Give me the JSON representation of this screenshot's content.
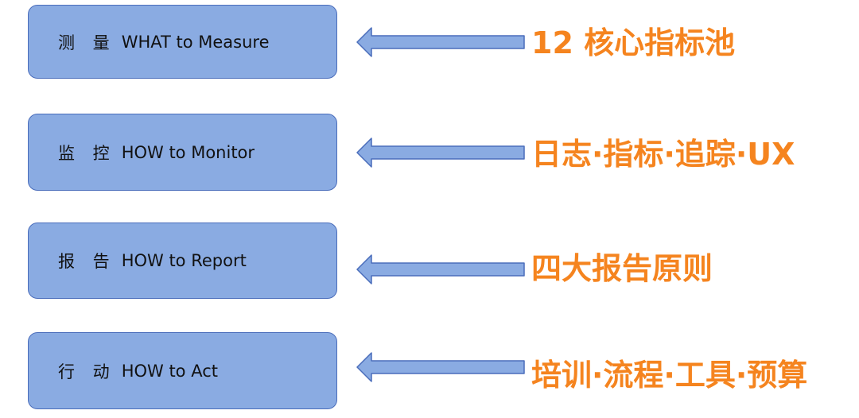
{
  "rows": [
    {
      "cn": "测 量",
      "en": "WHAT to Measure",
      "label": "12 核心指标池"
    },
    {
      "cn": "监 控",
      "en": "HOW to Monitor",
      "label": "日志·指标·追踪·UX"
    },
    {
      "cn": "报 告",
      "en": "HOW to Report",
      "label": "四大报告原则"
    },
    {
      "cn": "行 动",
      "en": "HOW to Act",
      "label": "培训·流程·工具·预算"
    }
  ],
  "colors": {
    "box_fill": "#8aabe2",
    "box_border": "#4a6dbb",
    "arrow_fill": "#8aabe2",
    "label_text": "#f5841f"
  }
}
